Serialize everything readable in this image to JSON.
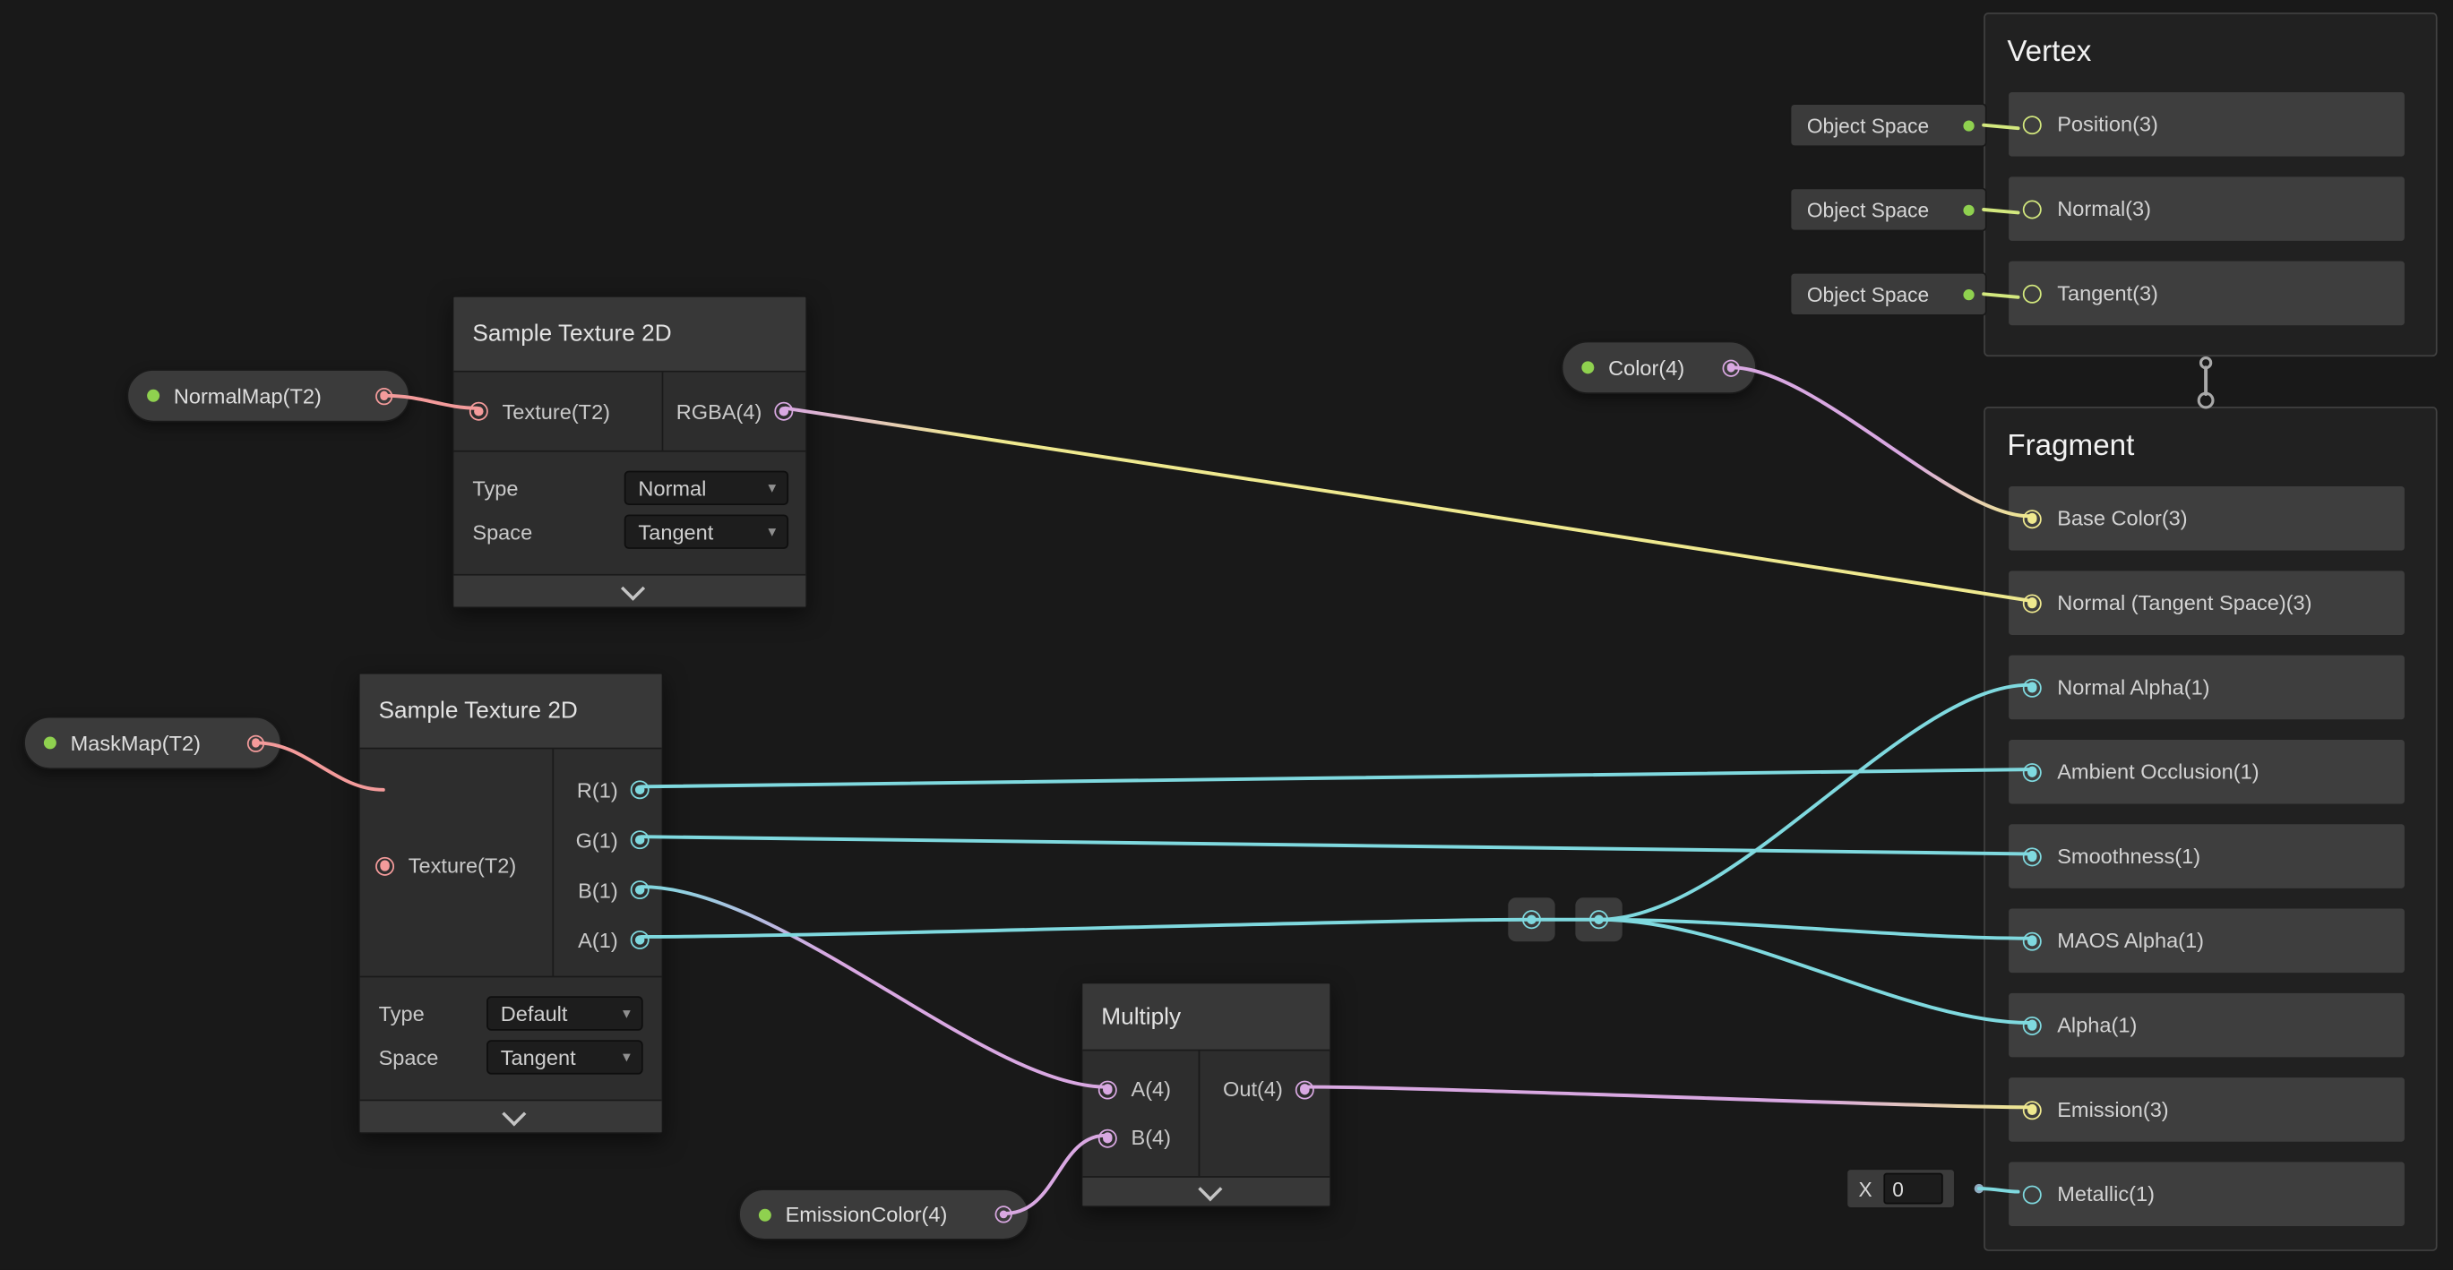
{
  "palette": {
    "background": "#191919",
    "edge_texture": "#F49B9B",
    "edge_vec1": "#7FD9DF",
    "edge_vec3": "#EFE98F",
    "edge_vec4": "#D9A8E2",
    "vertex_port": "#D3E87E",
    "property_dot": "#8FD14F"
  },
  "vertex": {
    "title": "Vertex",
    "rows": [
      {
        "label": "Position(3)",
        "space": "Object Space"
      },
      {
        "label": "Normal(3)",
        "space": "Object Space"
      },
      {
        "label": "Tangent(3)",
        "space": "Object Space"
      }
    ]
  },
  "fragment": {
    "title": "Fragment",
    "rows": [
      {
        "label": "Base Color(3)"
      },
      {
        "label": "Normal (Tangent Space)(3)"
      },
      {
        "label": "Normal Alpha(1)"
      },
      {
        "label": "Ambient Occlusion(1)"
      },
      {
        "label": "Smoothness(1)"
      },
      {
        "label": "MAOS Alpha(1)"
      },
      {
        "label": "Alpha(1)"
      },
      {
        "label": "Emission(3)"
      },
      {
        "label": "Metallic(1)"
      }
    ]
  },
  "sample_texture_normal": {
    "title": "Sample Texture 2D",
    "input_label": "Texture(T2)",
    "output_label": "RGBA(4)",
    "type_label": "Type",
    "type_value": "Normal",
    "space_label": "Space",
    "space_value": "Tangent"
  },
  "sample_texture_mask": {
    "title": "Sample Texture 2D",
    "input_label": "Texture(T2)",
    "outputs": [
      {
        "label": "R(1)"
      },
      {
        "label": "G(1)"
      },
      {
        "label": "B(1)"
      },
      {
        "label": "A(1)"
      }
    ],
    "type_label": "Type",
    "type_value": "Default",
    "space_label": "Space",
    "space_value": "Tangent"
  },
  "multiply": {
    "title": "Multiply",
    "input_a": "A(4)",
    "input_b": "B(4)",
    "output": "Out(4)"
  },
  "properties": {
    "normal_map": "NormalMap(T2)",
    "mask_map": "MaskMap(T2)",
    "emission_color": "EmissionColor(4)",
    "color": "Color(4)"
  },
  "metallic_input": {
    "label": "X",
    "value": "0"
  }
}
